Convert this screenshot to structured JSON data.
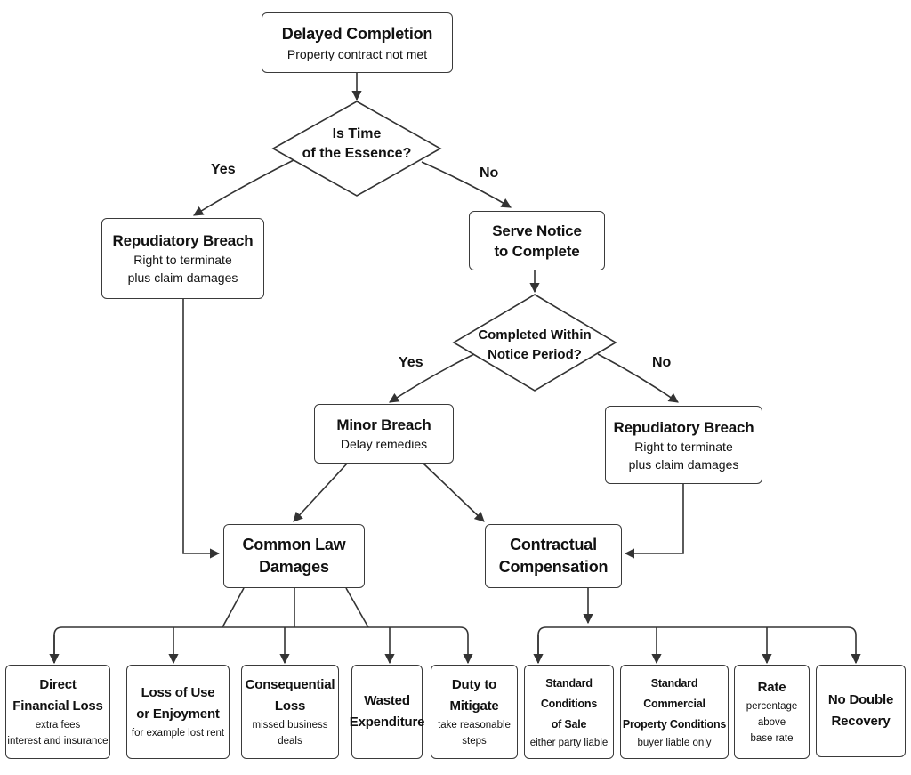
{
  "start": {
    "title": "Delayed Completion",
    "subtitle": "Property contract not met"
  },
  "decision_essence": {
    "text": "Is Time\nof the Essence?",
    "yes": "Yes",
    "no": "No"
  },
  "repudiatory_left": {
    "title": "Repudiatory Breach",
    "subtitle": "Right to terminate\nplus claim damages"
  },
  "serve_notice": {
    "title": "Serve Notice\nto Complete"
  },
  "decision_notice": {
    "text": "Completed Within\nNotice Period?",
    "yes": "Yes",
    "no": "No"
  },
  "minor_breach": {
    "title": "Minor Breach",
    "subtitle": "Delay remedies"
  },
  "repudiatory_right": {
    "title": "Repudiatory Breach",
    "subtitle": "Right to terminate\nplus claim damages"
  },
  "common_law": {
    "title": "Common Law\nDamages"
  },
  "contractual": {
    "title": "Contractual\nCompensation"
  },
  "common_law_leaves": [
    {
      "title": "Direct\nFinancial Loss",
      "subtitle": "extra fees\ninterest and insurance"
    },
    {
      "title": "Loss of Use\nor Enjoyment",
      "subtitle": "for example lost rent"
    },
    {
      "title": "Consequential\nLoss",
      "subtitle": "missed business deals"
    },
    {
      "title": "Wasted\nExpenditure",
      "subtitle": ""
    },
    {
      "title": "Duty to\nMitigate",
      "subtitle": "take reasonable steps"
    }
  ],
  "contractual_leaves": [
    {
      "title": "Standard Conditions\nof Sale",
      "subtitle": "either party liable"
    },
    {
      "title": "Standard Commercial\nProperty Conditions",
      "subtitle": "buyer liable only"
    },
    {
      "title": "Rate",
      "subtitle": "percentage above\nbase rate"
    },
    {
      "title": "No Double\nRecovery",
      "subtitle": ""
    }
  ]
}
